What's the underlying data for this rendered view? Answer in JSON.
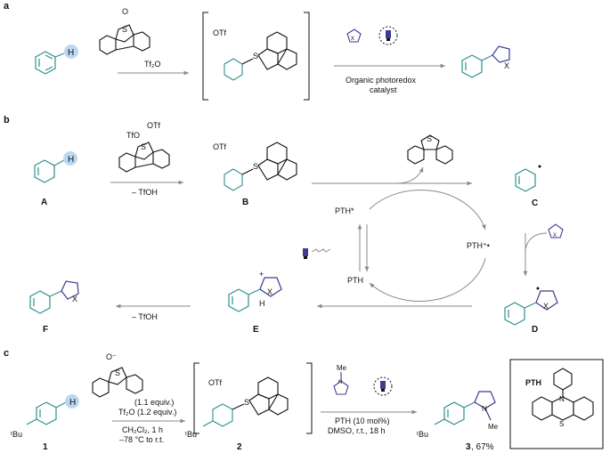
{
  "colors": {
    "teal": "#2f8f8f",
    "purple": "#3d3c8f",
    "ring": "#1b1b1b",
    "arrow": "#8a8a8a",
    "highlight": "#bcd8f1"
  },
  "icons": [
    "lamp-icon",
    "photocatalyst-lamp-icon"
  ],
  "panel_a": {
    "label": "a",
    "sulfoxide_O": "O",
    "sulfoxide_S": "S",
    "reagent": "Tf₂O",
    "counterion": "OTf",
    "catalyst_line1": "Organic photoredox",
    "catalyst_line2": "catalyst",
    "H": "H",
    "X": "X"
  },
  "panel_b": {
    "label": "b",
    "top_otf": "OTf",
    "tfo": "TfO",
    "S": "S",
    "minus_tfoh_top": "– TfOH",
    "counterion_B": "OTf",
    "cmp_A": "A",
    "cmp_B": "B",
    "cmp_C": "C",
    "cmp_D": "D",
    "cmp_E": "E",
    "cmp_F": "F",
    "pth_star": "PTH*",
    "pth_radcat": "PTH⁺•",
    "pth": "PTH",
    "minus_tfoh_bottom": "– TfOH",
    "H": "H",
    "X": "X"
  },
  "panel_c": {
    "label": "c",
    "tbu": "ᵗBu",
    "equiv1": "(1.1 equiv.)",
    "equiv2": "Tf₂O (1.2 equiv.)",
    "cond1": "CH₂Cl₂, 1 h",
    "cond2": "–78 °C to r.t.",
    "counterion": "OTf",
    "me": "Me",
    "n": "N",
    "cond3": "PTH (10 mol%)",
    "cond4": "DMSO, r.t., 18 h",
    "cmp_1": "1",
    "cmp_2": "2",
    "cmp_3": "3",
    "yield": ", 67%",
    "pth_box_title": "PTH",
    "H": "H",
    "S": "S"
  }
}
